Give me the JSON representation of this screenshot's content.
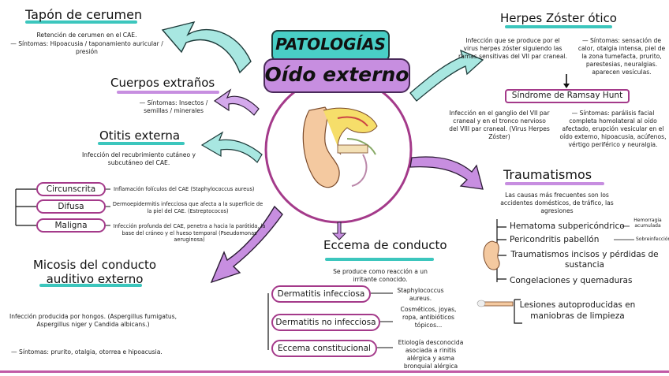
{
  "header": {
    "title": "PATOLOGÍAS",
    "subtitle": "Oído externo"
  },
  "tapon": {
    "title": "Tapón de cerumen",
    "text1": "Retención de cerumen en el CAE.",
    "text2": "— Síntomas: Hipoacusia / taponamiento auricular / presión"
  },
  "cuerpos": {
    "title": "Cuerpos extraños",
    "text": "— Síntomas: Insectos / semillas / minerales"
  },
  "otitis": {
    "title": "Otitis externa",
    "text": "Infección del recubrimiento cutáneo y subcutáneo del CAE.",
    "types": [
      {
        "label": "Circunscrita",
        "desc": "Inflamación folículos del CAE  (Staphylococcus aureus)"
      },
      {
        "label": "Difusa",
        "desc": "Dermoepidermitis infecciosa que afecta a la superficie de la piel del CAE. (Estreptococos)"
      },
      {
        "label": "Maligna",
        "desc": "Infección profunda del CAE, penetra a  hacia la parótida, la base del cráneo y el hueso temporal (Pseudomonas aeruginosa)"
      }
    ]
  },
  "micosis": {
    "title_line1": "Micosis del conducto",
    "title_line2": "auditivo externo",
    "text1": "Infección producida por hongos. (Aspergillus fumigatus, Aspergillus niger y Candida albicans.)",
    "text2": "— Síntomas: prurito, otalgia, otorrea e hipoacusia."
  },
  "herpes": {
    "title": "Herpes Zóster ótico",
    "left": "Infección que se produce por el virus herpes zóster siguiendo las ramas sensitivas del VII par craneal.",
    "right": "— Síntomas: sensación de calor, otalgia intensa, piel de la zona tumefacta, prurito, parestesias, neuralgias. aparecen vesículas.",
    "ramsay": "Síndrome de Ramsay Hunt",
    "ramsay_left": "Infección  en el ganglio del VII par craneal y en el tronco nervioso del VIII par craneal. (Virus Herpes Zóster)",
    "ramsay_right": "— Síntomas: parálisis facial completa homolateral al oído afectado, erupción vesicular en el oído externo, hipoacusia, acúfenos, vértigo periférico y neuralgia."
  },
  "trauma": {
    "title": "Traumatismos",
    "intro": "Las causas más frecuentes son los accidentes domésticos, de tráfico, las agresiones",
    "items": [
      "Hematoma subpericóndrico",
      "Pericondritis pabellón",
      "Traumatismos incisos y pérdidas de sustancia",
      "Congelaciones y quemaduras"
    ],
    "note_hematoma": "Hemorragia acumulada",
    "note_peric": "Sobreinfección",
    "lesiones": "Lesiones autoproducidas en maniobras de limpieza"
  },
  "eccema": {
    "title": "Eccema de conducto",
    "intro": "Se produce como reacción a un irritante conocido.",
    "types": [
      {
        "label": "Dermatitis infecciosa",
        "desc": "Staphylococcus aureus."
      },
      {
        "label": "Dermatitis no infecciosa",
        "desc": "Cosméticos, joyas, ropa, antibióticos tópicos..."
      },
      {
        "label": "Eccema constitucional",
        "desc": "Etiología desconocida asociada a rinitis alérgica y asma bronquial alérgica"
      }
    ]
  },
  "colors": {
    "teal": "#3cc6bd",
    "purple": "#c15aa6",
    "lilac": "#c78ee0",
    "deep_purple": "#a43a8a"
  }
}
